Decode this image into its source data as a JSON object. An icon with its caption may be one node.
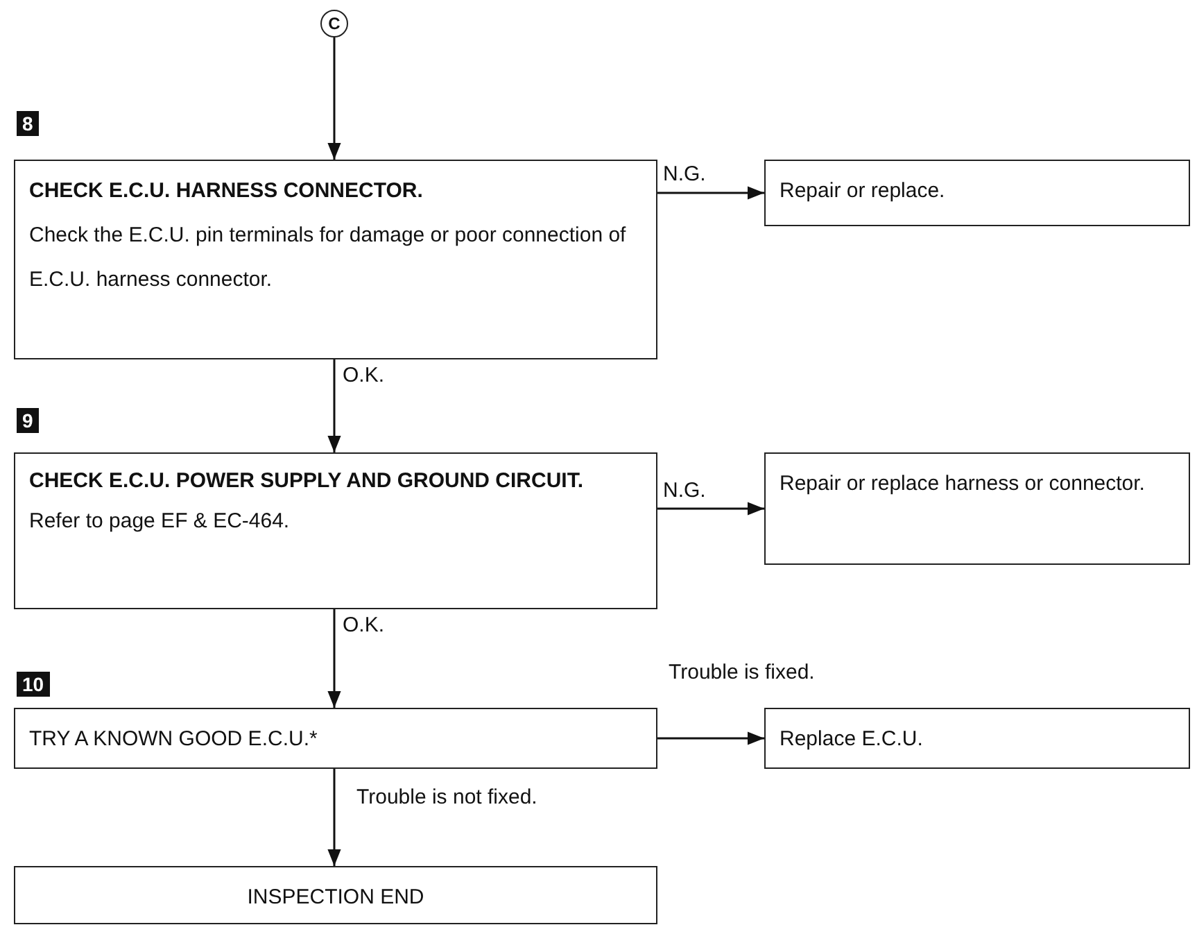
{
  "diagram": {
    "nodes": [
      {
        "text": [
          "C"
        ]
      },
      {
        "text": [
          "CHECK E.C.U. HARNESS CONNECTOR.",
          "Check the E.C.U. pin terminals for damage or poor connection of E.C.U. harness connector."
        ],
        "beside": [
          "8"
        ]
      },
      {
        "text": [
          "Repair or replace."
        ]
      },
      {
        "text": [
          "CHECK E.C.U. POWER SUPPLY AND GROUND CIRCUIT.",
          "Refer to page EF & EC-464."
        ],
        "beside": [
          "9"
        ]
      },
      {
        "text": [
          "Repair or replace harness or connector."
        ]
      },
      {
        "text": [
          "TRY A KNOWN GOOD E.C.U.*"
        ],
        "beside": [
          "10"
        ]
      },
      {
        "text": [
          "Replace E.C.U."
        ]
      },
      {
        "text": [
          "INSPECTION END"
        ]
      }
    ],
    "edges": [
      {
        "from": 0,
        "to": 1,
        "arrow": "to"
      },
      {
        "from": 1,
        "to": 2,
        "arrow": "to",
        "label": "N.G."
      },
      {
        "from": 1,
        "to": 3,
        "arrow": "to",
        "label": "O.K."
      },
      {
        "from": 3,
        "to": 4,
        "arrow": "to",
        "label": "N.G."
      },
      {
        "from": 3,
        "to": 5,
        "arrow": "to",
        "label": "O.K."
      },
      {
        "from": 5,
        "to": 6,
        "arrow": "to",
        "label": "Trouble is fixed."
      },
      {
        "from": 5,
        "to": 7,
        "arrow": "to",
        "label": "Trouble is not fixed."
      }
    ]
  }
}
